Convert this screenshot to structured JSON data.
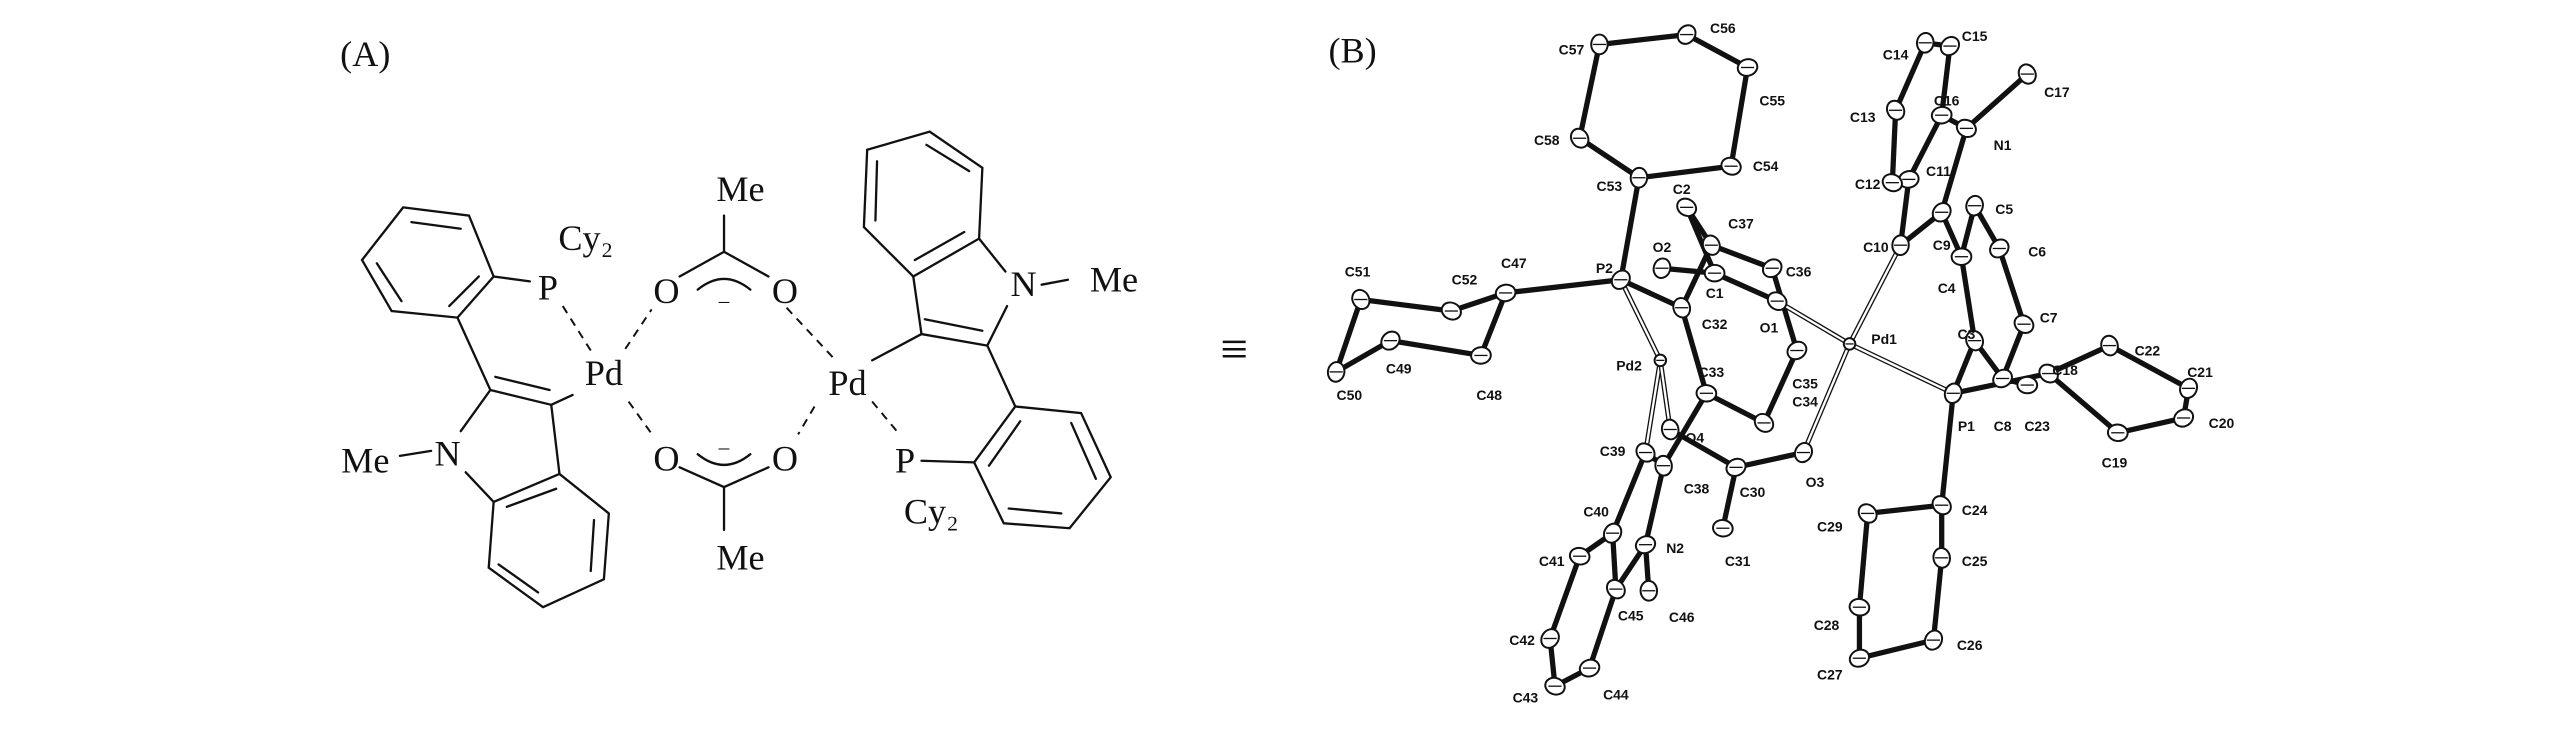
{
  "panel_a": {
    "label": "(A)",
    "left_unit": {
      "phosphine": "P",
      "cy2": "Cy₂",
      "metal": "Pd",
      "nitrogen": "N",
      "methyl": "Me"
    },
    "right_unit": {
      "phosphine": "P",
      "cy2": "Cy₂",
      "metal": "Pd",
      "nitrogen": "N",
      "methyl": "Me"
    },
    "acetate_top": {
      "o_left": "O",
      "o_right": "O",
      "methyl": "Me",
      "charge": "–"
    },
    "acetate_bottom": {
      "o_left": "O",
      "o_right": "O",
      "methyl": "Me",
      "charge": "–"
    }
  },
  "equivalence_symbol": "≡",
  "panel_b": {
    "label": "(B)",
    "atoms": [
      "C57",
      "C56",
      "C55",
      "C54",
      "C58",
      "C53",
      "P2",
      "C47",
      "C52",
      "C51",
      "C50",
      "C49",
      "C48",
      "C2",
      "C37",
      "O2",
      "C36",
      "C1",
      "O1",
      "C32",
      "Pd2",
      "C35",
      "C33",
      "C34",
      "O4",
      "O3",
      "C30",
      "C31",
      "C39",
      "C38",
      "C40",
      "N2",
      "C41",
      "C45",
      "C46",
      "C42",
      "C44",
      "C43",
      "Pd1",
      "C10",
      "C9",
      "C11",
      "C12",
      "C13",
      "C14",
      "C15",
      "C16",
      "N1",
      "C17",
      "C5",
      "C6",
      "C4",
      "C7",
      "C3",
      "P1",
      "C8",
      "C23",
      "C18",
      "C22",
      "C21",
      "C20",
      "C19",
      "C24",
      "C25",
      "C26",
      "C27",
      "C28",
      "C29"
    ]
  }
}
